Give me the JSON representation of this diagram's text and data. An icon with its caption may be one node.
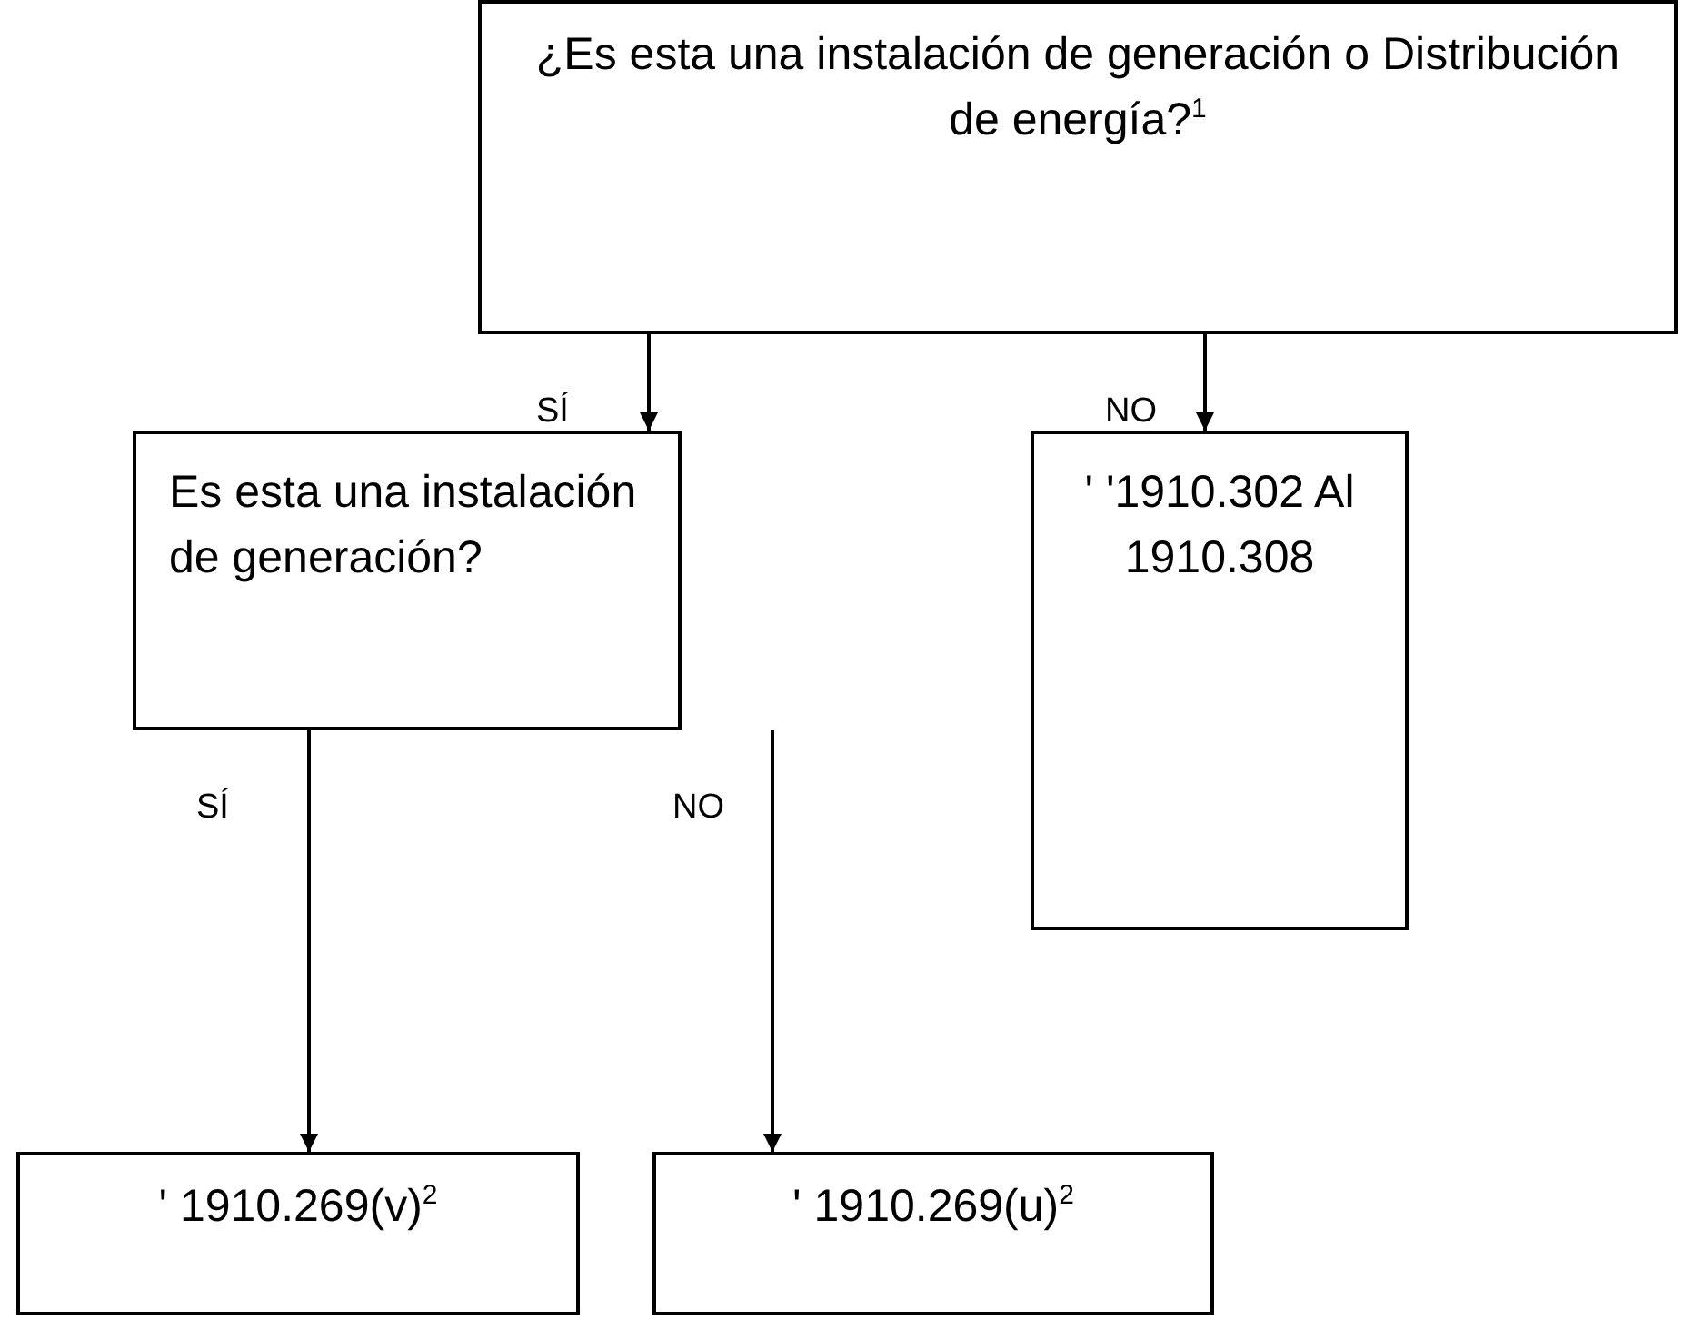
{
  "diagram": {
    "nodes": [
      {
        "text": [
          "¿Es esta una instalación de generación o Distribución de energía?$^{1}$"
        ]
      },
      {
        "text": [
          "Es esta una instalación de generación?"
        ]
      },
      {
        "text": [
          "' '1910.302 Al 1910.308"
        ]
      },
      {
        "text": [
          "' 1910.269(v)$^{2}$"
        ]
      },
      {
        "text": [
          "' 1910.269(u)$^{2}$"
        ]
      }
    ],
    "edges": [
      {
        "from": 0,
        "to": 1,
        "arrow": "to",
        "label": "SÍ"
      },
      {
        "from": 0,
        "to": 2,
        "arrow": "to",
        "label": "NO"
      },
      {
        "from": 1,
        "to": 3,
        "arrow": "to",
        "label": "SÍ"
      },
      {
        "from": 1,
        "to": 4,
        "arrow": "to",
        "label": "NO"
      }
    ]
  }
}
